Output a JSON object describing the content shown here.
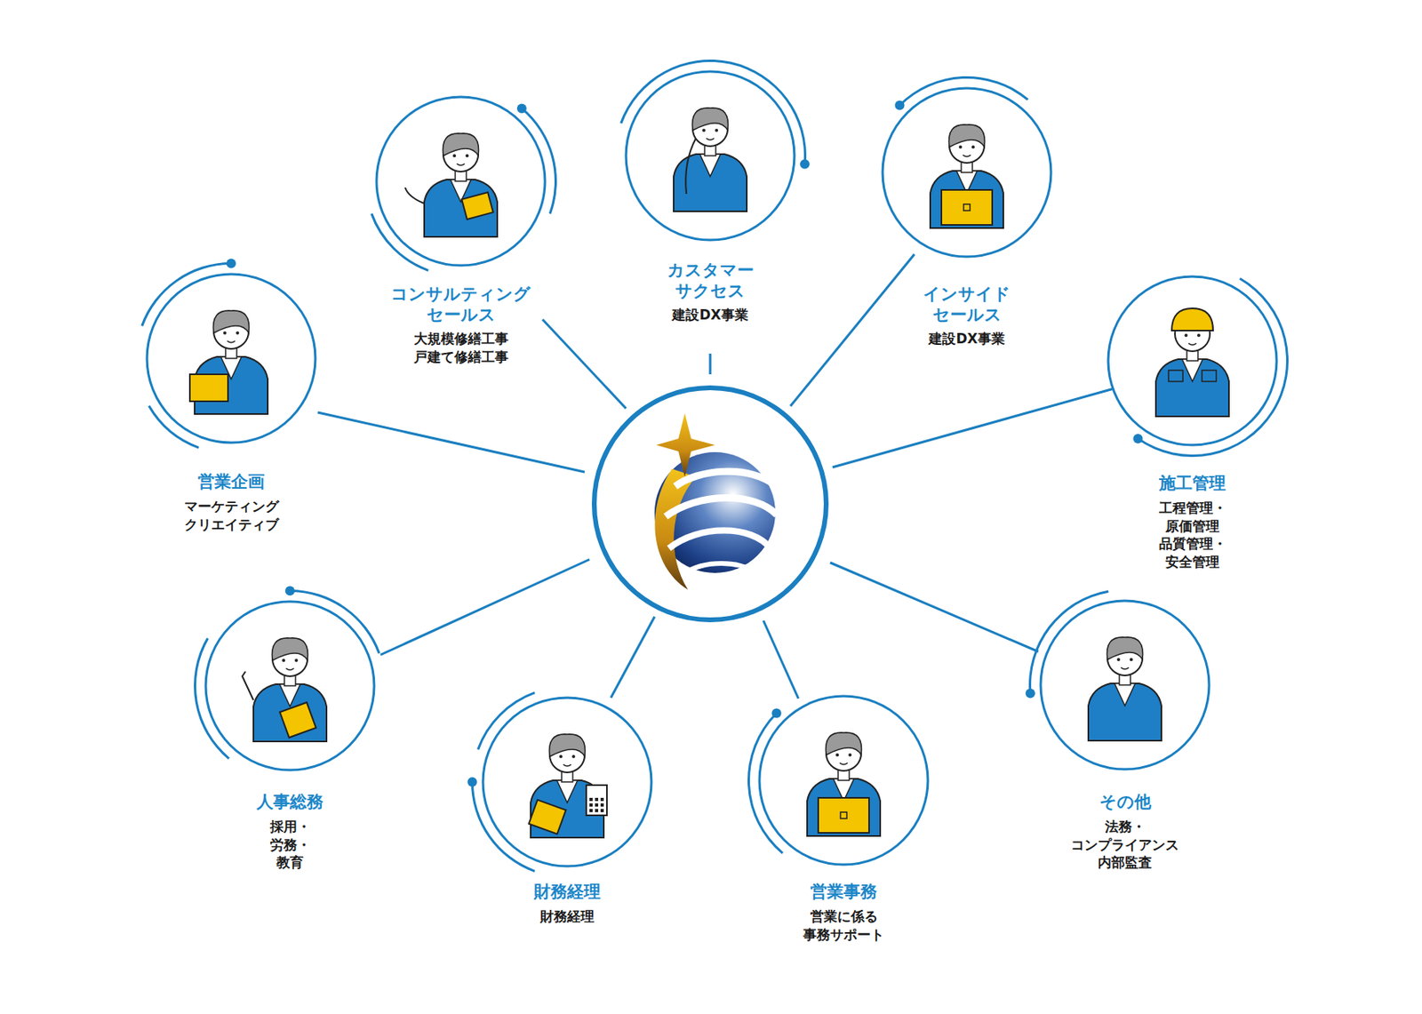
{
  "diagram": {
    "nodes": [
      {
        "text": [
          "コンサルティング セールス",
          "大規模修繕工事 戸建て修繕工事"
        ]
      },
      {
        "text": [
          "カスタマー サクセス",
          "建設DX事業"
        ]
      },
      {
        "text": [
          "インサイド セールス",
          "建設DX事業"
        ]
      },
      {
        "text": [
          "営業企画",
          "マーケティング クリエイティブ"
        ]
      },
      {
        "text": [
          "施工管理",
          "工程管理・原価管理 品質管理・安全管理"
        ]
      },
      {
        "text": [
          "人事総務",
          "採用・労務・教育"
        ]
      },
      {
        "text": [
          "財務経理",
          "財務経理"
        ]
      },
      {
        "text": [
          "営業事務",
          "営業に係る 事務サポート"
        ]
      },
      {
        "text": [
          "その他",
          "法務・コンプライアンス 内部監査"
        ]
      }
    ]
  }
}
